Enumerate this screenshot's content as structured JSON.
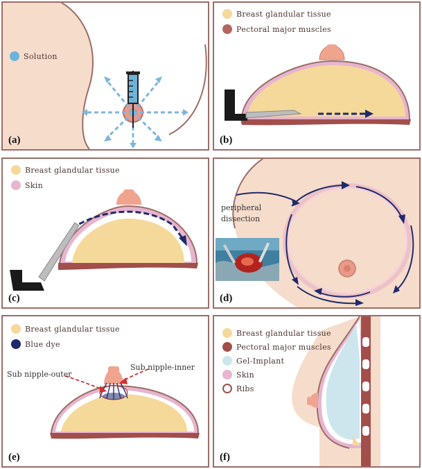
{
  "panels": {
    "a": {
      "label": "(a)",
      "legend": [
        {
          "text": "Solution",
          "color": "#6db3d9"
        }
      ]
    },
    "b": {
      "label": "(b)",
      "legend": [
        {
          "text": "Breast glandular tissue",
          "color": "#f5d99a"
        },
        {
          "text": "Pectoral major muscles",
          "color": "#b5655f"
        }
      ]
    },
    "c": {
      "label": "(c)",
      "legend": [
        {
          "text": "Breast glandular tissue",
          "color": "#f5d99a"
        },
        {
          "text": "Skin",
          "color": "#e7b5cf"
        }
      ]
    },
    "d": {
      "label": "(d)",
      "annotation_line1": "peripheral",
      "annotation_line2": "dissection"
    },
    "e": {
      "label": "(e)",
      "legend": [
        {
          "text": "Breast glandular tissue",
          "color": "#f5d99a"
        },
        {
          "text": "Blue dye",
          "color": "#1f2a6b"
        }
      ],
      "callout_left": "Sub nipple-outer",
      "callout_right": "Sub nipple-inner"
    },
    "f": {
      "label": "(f)",
      "legend": [
        {
          "text": "Breast glandular tissue",
          "color": "#f5d99a"
        },
        {
          "text": "Pectoral major muscles",
          "color": "#a0504a"
        },
        {
          "text": "Gel-Implant",
          "color": "#cde6ee"
        },
        {
          "text": "Skin",
          "color": "#e7b5cf"
        },
        {
          "text": "Ribs",
          "color": "#ffffff"
        }
      ]
    }
  },
  "colors": {
    "skin_bg": "#f6dccb",
    "outline": "#9b6d66",
    "gland": "#f5d99a",
    "muscle": "#a24e4b",
    "arrow_blue": "#1f2a6b",
    "arrow_light": "#7fb6da"
  }
}
